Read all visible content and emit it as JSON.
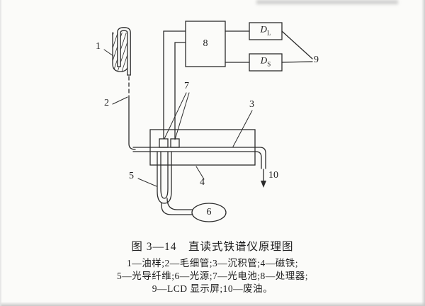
{
  "colors": {
    "ink": "#2b2b2b",
    "paper": "#fbfbf9"
  },
  "diagram": {
    "part_labels": {
      "oil_sample": "1",
      "capillary": "2",
      "deposit_tube": "3",
      "magnet": "4",
      "fiber": "5",
      "light_source": "6",
      "photocell": "7",
      "processor": "8",
      "display": "9",
      "waste_oil": "10"
    },
    "displays": {
      "large": {
        "main": "D",
        "sub": "L"
      },
      "small": {
        "main": "D",
        "sub": "S"
      }
    }
  },
  "caption": {
    "title": "图 3—14　直读式铁谱仪原理图",
    "legend": [
      "1—油样;2—毛细管;3—沉积管;4—磁铁;",
      "5—光导纤维;6—光源;7—光电池;8—处理器;",
      "9—LCD 显示屏;10—废油。"
    ]
  }
}
